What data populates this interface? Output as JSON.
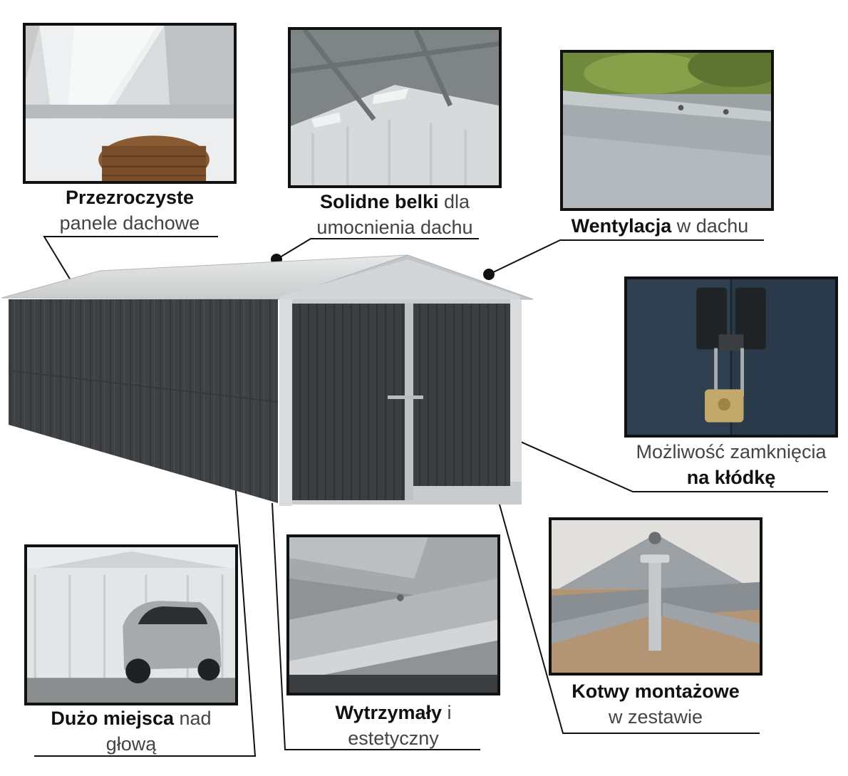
{
  "features": {
    "roof_panels": {
      "bold": "Przezroczyste",
      "light": "panele dachowe"
    },
    "beams": {
      "bold": "Solidne belki",
      "light_inline": "dla",
      "light": "umocnienia dachu"
    },
    "ventilation": {
      "bold": "Wentylacja",
      "light_inline": "w dachu"
    },
    "padlock": {
      "light": "Możliwość zamknięcia",
      "bold": "na kłódkę"
    },
    "headroom": {
      "bold": "Dużo miejsca",
      "light_inline": "nad",
      "light": "głową"
    },
    "durable": {
      "bold": "Wytrzymały",
      "light_inline": "i",
      "light": "estetyczny"
    },
    "anchors": {
      "bold": "Kotwy montażowe",
      "light": "w zestawie"
    }
  },
  "colors": {
    "garage_body": "#3f4244",
    "garage_trim": "#c9ccce",
    "roof": "#d8dadb",
    "frame_border": "#111111"
  }
}
